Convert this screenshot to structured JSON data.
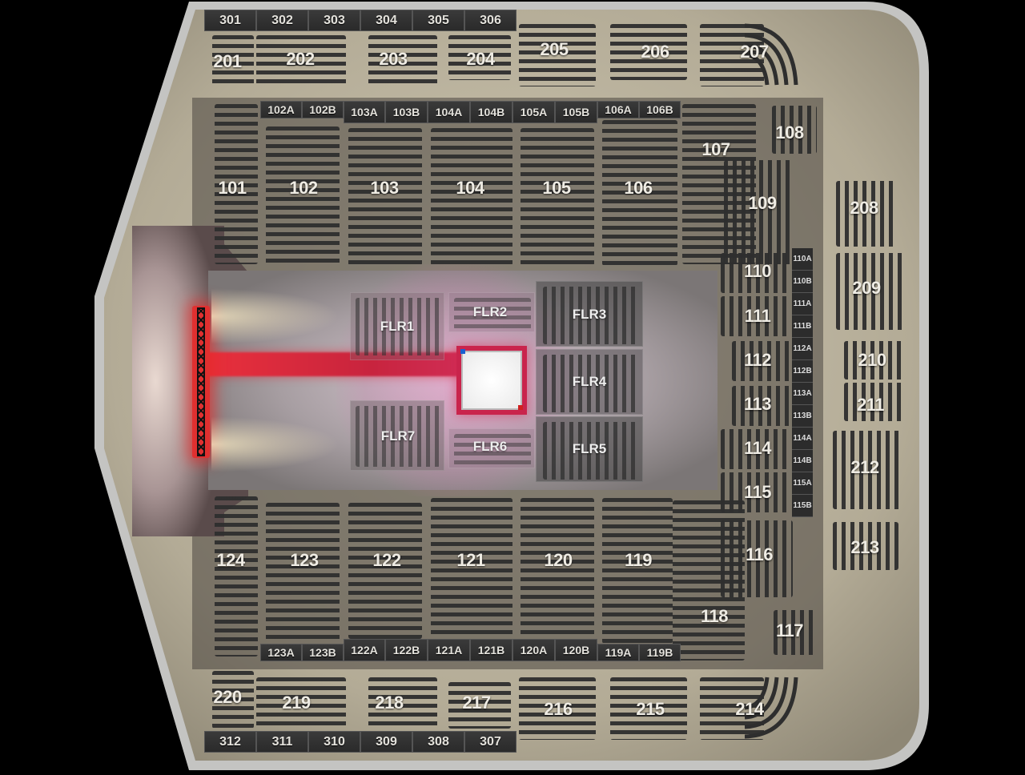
{
  "venue_map": {
    "colors": {
      "background": "#000000",
      "border": "#c4c4c2",
      "concourse": "#b7b09c",
      "lower_bowl": "#3a3836",
      "floor": "#8e8a86",
      "runway": "#d0243e",
      "ring": "#ffffff",
      "tab": "#2f2f2f"
    },
    "sections_300_top": [
      "301",
      "302",
      "303",
      "304",
      "305",
      "306"
    ],
    "sections_300_bottom": [
      "312",
      "311",
      "310",
      "309",
      "308",
      "307"
    ],
    "sections_200_top": [
      "201",
      "202",
      "203",
      "204",
      "205",
      "206",
      "207"
    ],
    "sections_200_right": [
      "208",
      "209",
      "210",
      "211",
      "212",
      "213"
    ],
    "sections_200_bottom": [
      "220",
      "219",
      "218",
      "217",
      "216",
      "215",
      "214"
    ],
    "sections_100_top": [
      "101",
      "102",
      "103",
      "104",
      "105",
      "106",
      "107",
      "108"
    ],
    "sections_100_right": [
      "109",
      "110",
      "111",
      "112",
      "113",
      "114",
      "115",
      "116",
      "117"
    ],
    "sections_100_bottom": [
      "124",
      "123",
      "122",
      "121",
      "120",
      "119",
      "118"
    ],
    "subsections_top": [
      "102A",
      "102B",
      "103A",
      "103B",
      "104A",
      "104B",
      "105A",
      "105B",
      "106A",
      "106B"
    ],
    "subsections_bottom": [
      "123A",
      "123B",
      "122A",
      "122B",
      "121A",
      "121B",
      "120A",
      "120B",
      "119A",
      "119B"
    ],
    "subsections_right": [
      "110A",
      "110B",
      "111A",
      "111B",
      "112A",
      "112B",
      "113A",
      "113B",
      "114A",
      "114B",
      "115A",
      "115B"
    ],
    "floor_sections": [
      "FLR1",
      "FLR2",
      "FLR3",
      "FLR4",
      "FLR5",
      "FLR6",
      "FLR7"
    ],
    "stage": {
      "name": "stage-truss"
    }
  }
}
